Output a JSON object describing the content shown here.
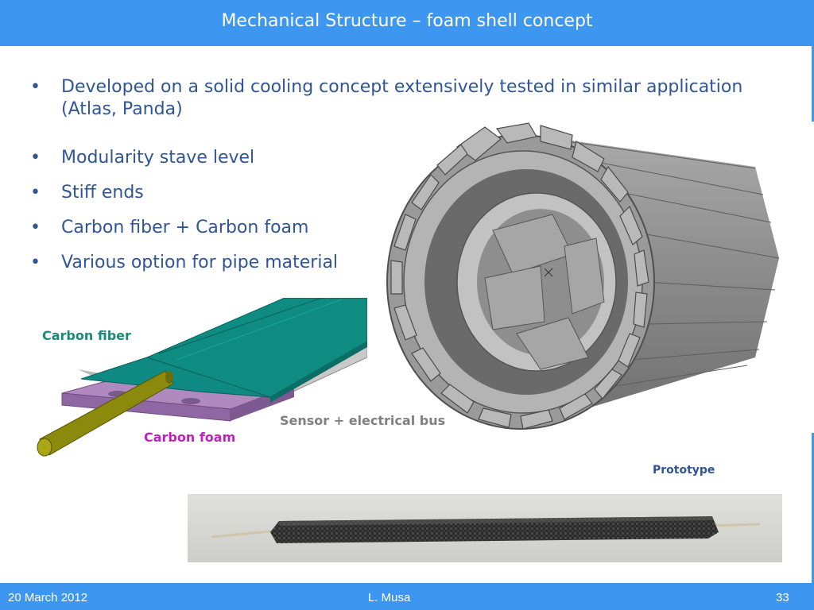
{
  "header": {
    "title": "Mechanical Structure – foam shell concept"
  },
  "bullets": [
    {
      "line1": "Developed on a solid cooling concept extensively tested in similar application",
      "line2": "(Atlas, Panda)"
    },
    {
      "line1": "Modularity stave level"
    },
    {
      "line1": "Stiff ends"
    },
    {
      "line1": "Carbon fiber + Carbon foam"
    },
    {
      "line1": "Various option for pipe material"
    }
  ],
  "bullet_glyph": "•",
  "labels": {
    "carbon_fiber": "Carbon fiber",
    "carbon_foam": "Carbon foam",
    "sensor_bus": "Sensor + electrical bus",
    "prototype": "Prototype"
  },
  "footer": {
    "date": "20 March 2012",
    "author": "L. Musa",
    "page": "33"
  },
  "colors": {
    "brand_blue": "#3d97f0",
    "text_blue": "#2f5597",
    "carbon_fiber": "#1a8a7a",
    "carbon_foam": "#c21fc0",
    "sensor": "#808080",
    "prototype": "#2f5597"
  }
}
